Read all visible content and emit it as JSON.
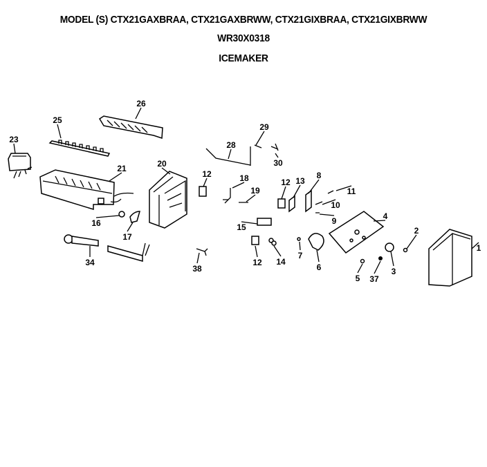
{
  "header": {
    "title": "MODEL (S) CTX21GAXBRAA, CTX21GAXBRWW, CTX21GIXBRAA, CTX21GIXBRWW",
    "part_number": "WR30X0318",
    "subtitle": "ICEMAKER"
  },
  "callouts": [
    "26",
    "25",
    "23",
    "21",
    "20",
    "12",
    "28",
    "29",
    "30",
    "18",
    "19",
    "12",
    "13",
    "8",
    "11",
    "10",
    "9",
    "4",
    "2",
    "1",
    "3",
    "37",
    "5",
    "6",
    "7",
    "14",
    "12",
    "15",
    "16",
    "17",
    "34",
    "38"
  ]
}
